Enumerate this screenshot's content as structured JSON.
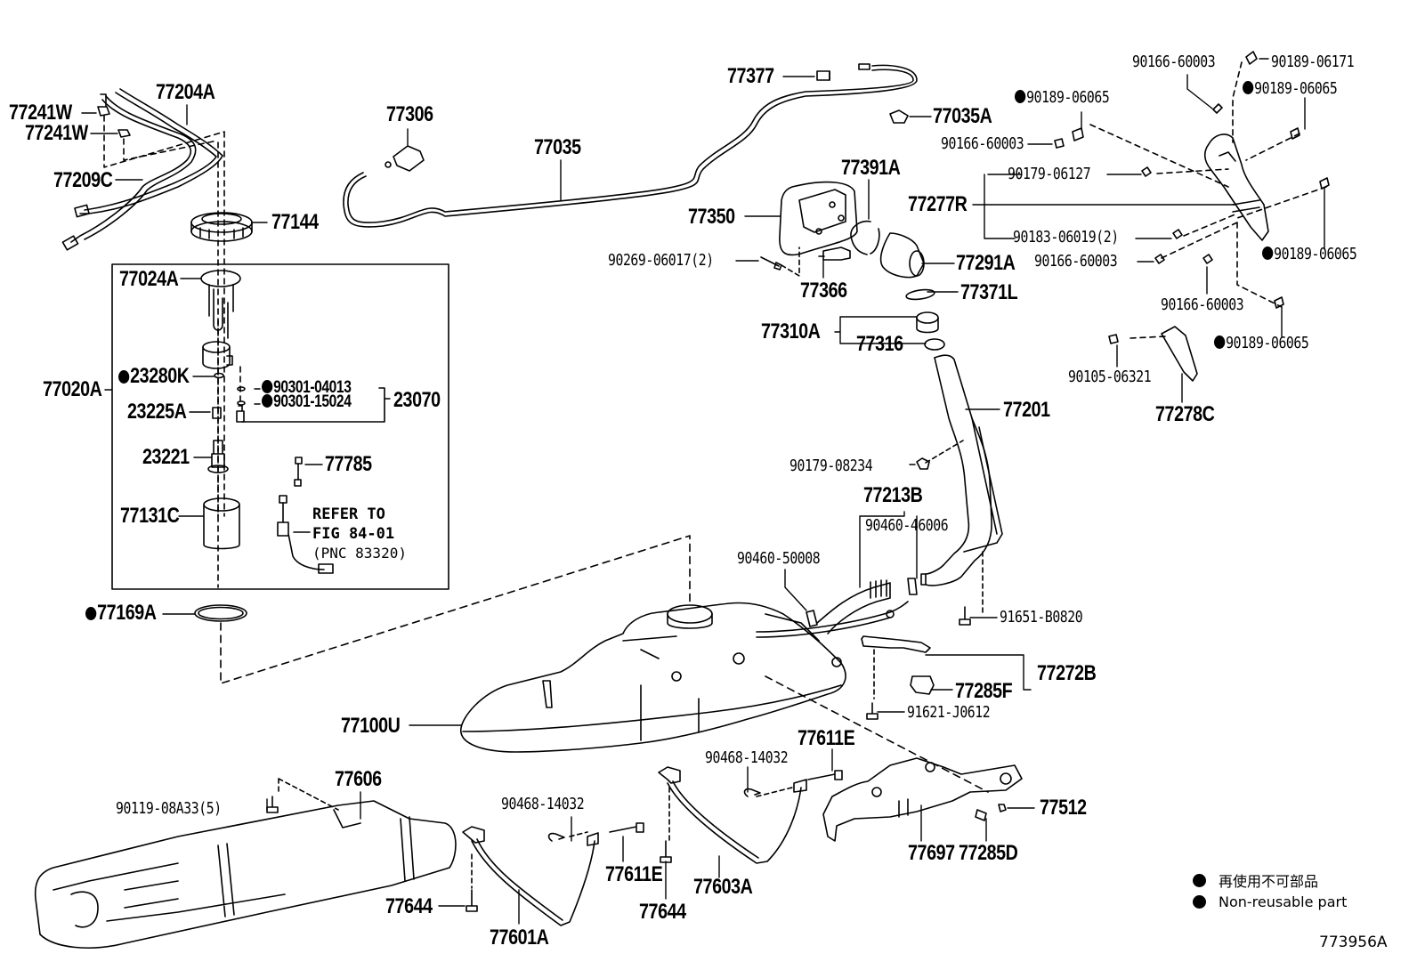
{
  "diagram": {
    "figure_id": "773956A",
    "legend": {
      "items": [
        {
          "symbol": "filled-circle",
          "text": "再使用不可部品"
        },
        {
          "symbol": "filled-circle",
          "text": "Non-reusable part"
        }
      ]
    },
    "note": {
      "line1": "REFER TO",
      "line2": "FIG 84-01",
      "line3": "(PNC 83320)"
    },
    "labels": {
      "p77241W_a": "77241W",
      "p77241W_b": "77241W",
      "p77204A": "77204A",
      "p77209C": "77209C",
      "p77144": "77144",
      "p77024A": "77024A",
      "p77020A": "77020A",
      "p23280K": "23280K",
      "p90301_04013": "90301-04013",
      "p90301_15024": "90301-15024",
      "p23070": "23070",
      "p23225A": "23225A",
      "p23221": "23221",
      "p77785": "77785",
      "p77131C": "77131C",
      "p77169A": "77169A",
      "p77306": "77306",
      "p77035": "77035",
      "p77377": "77377",
      "p77035A": "77035A",
      "p77391A": "77391A",
      "p77350": "77350",
      "p90269_06017": "90269-06017(2)",
      "p77366": "77366",
      "p77291A": "77291A",
      "p77371L": "77371L",
      "p77310A": "77310A",
      "p77316": "77316",
      "p77201": "77201",
      "p90166_60003_top": "90166-60003",
      "p90189_06171": "90189-06171",
      "p90189_06065_a": "90189-06065",
      "p90189_06065_b": "90189-06065",
      "p90166_60003_a": "90166-60003",
      "p90179_06127": "90179-06127",
      "p77277R": "77277R",
      "p90183_06019": "90183-06019(2)",
      "p90166_60003_b": "90166-60003",
      "p90189_06065_c": "90189-06065",
      "p90166_60003_c": "90166-60003",
      "p90189_06065_d": "90189-06065",
      "p90105_06321": "90105-06321",
      "p77278C": "77278C",
      "p90179_08234": "90179-08234",
      "p77213B": "77213B",
      "p90460_46006": "90460-46006",
      "p90460_50008": "90460-50008",
      "p91651_B0820": "91651-B0820",
      "p77272B": "77272B",
      "p77285F": "77285F",
      "p91621_J0612": "91621-J0612",
      "p77100U": "77100U",
      "p77611E_a": "77611E",
      "p90468_14032_a": "90468-14032",
      "p77603A": "77603A",
      "p77644_a": "77644",
      "p77697": "77697",
      "p77285D": "77285D",
      "p77512": "77512",
      "p77606": "77606",
      "p90119_08A33": "90119-08A33(5)",
      "p90468_14032_b": "90468-14032",
      "p77611E_b": "77611E",
      "p77644_b": "77644",
      "p77601A": "77601A"
    }
  }
}
